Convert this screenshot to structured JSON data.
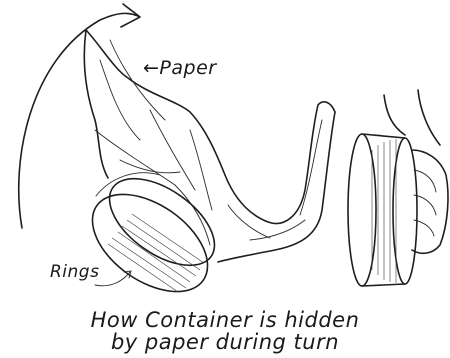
{
  "labels": {
    "paper": "←Paper",
    "rings": "Rings"
  },
  "caption": {
    "line1": "How Container is hidden",
    "line2": "by paper during turn"
  },
  "colors": {
    "ink": "#1e1e1e",
    "background": "#ffffff"
  }
}
